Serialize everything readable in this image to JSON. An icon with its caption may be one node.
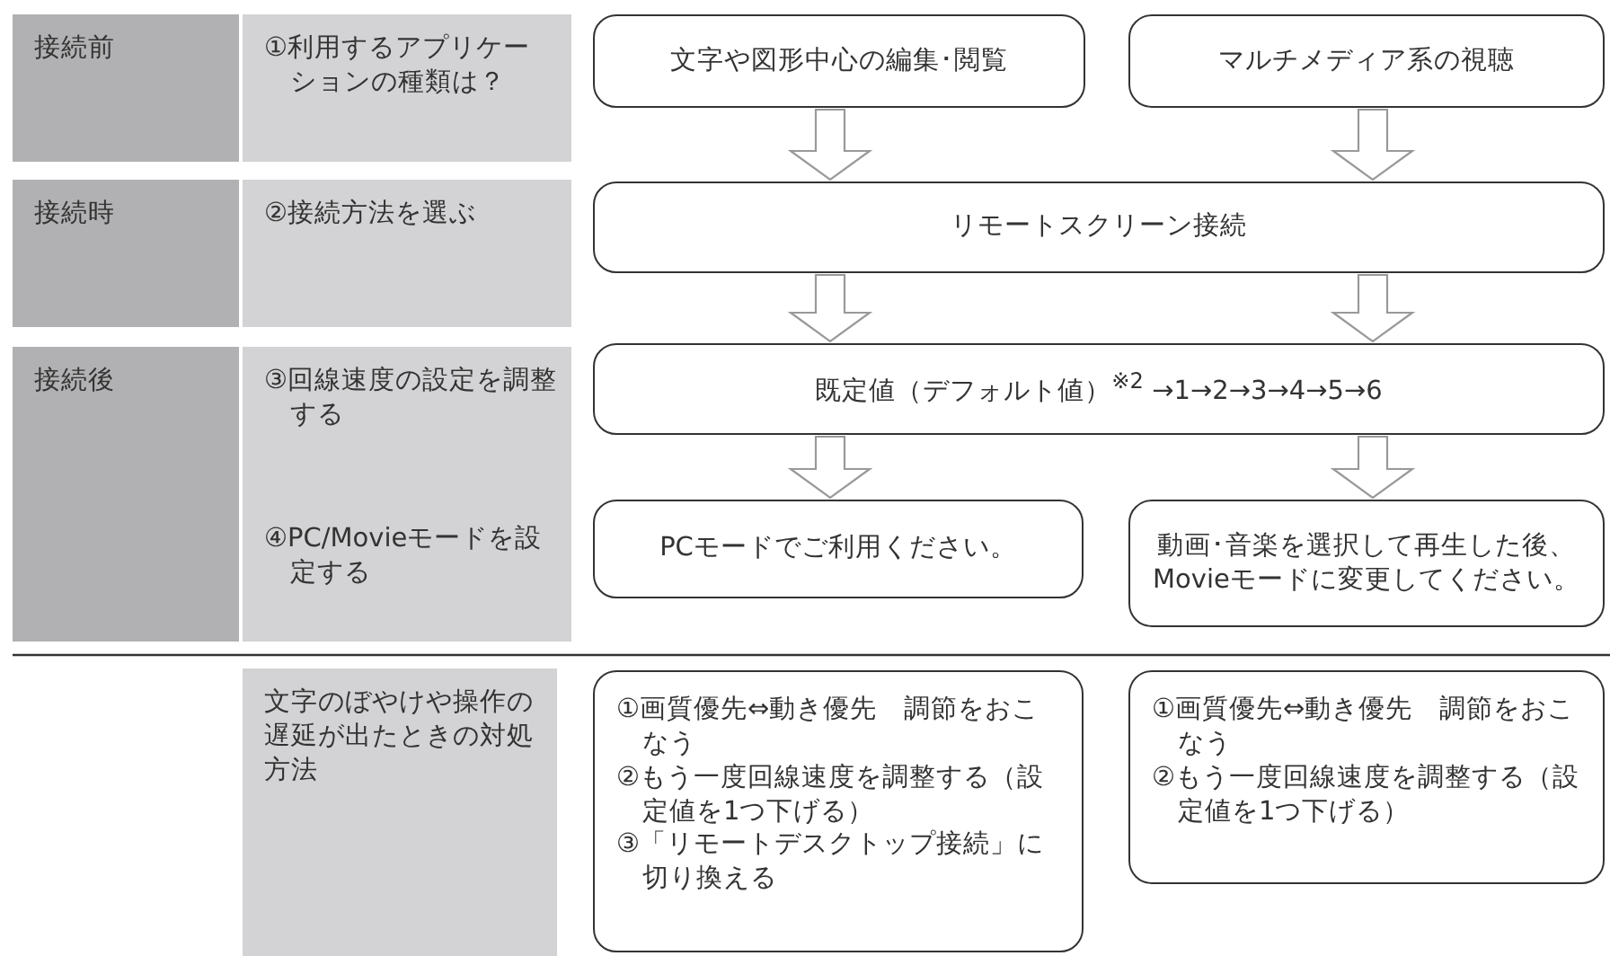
{
  "diagram": {
    "nodes": [
      {
        "text": [
          "接続前"
        ]
      },
      {
        "text": [
          "①利用するアプリケーションの種類は？"
        ]
      },
      {
        "text": [
          "文字や図形中心の編集･閲覧"
        ]
      },
      {
        "text": [
          "マルチメディア系の視聴"
        ]
      },
      {
        "text": [
          "接続時"
        ]
      },
      {
        "text": [
          "②接続方法を選ぶ"
        ]
      },
      {
        "text": [
          "リモートスクリーン接続"
        ]
      },
      {
        "text": [
          "接続後"
        ]
      },
      {
        "text": [
          "③回線速度の設定を調整する",
          "④PC/Movieモードを設定する"
        ]
      },
      {
        "text": [
          "既定値（デフォルト値）$^{※2}$ →1→2→3→4→5→6"
        ]
      },
      {
        "text": [
          "PCモードでご利用ください。"
        ]
      },
      {
        "text": [
          "動画･音楽を選択して再生した後、Movieモードに変更してください。"
        ]
      },
      {
        "text": [
          "文字のぼやけや操作の遅延が出たときの対処方法"
        ]
      },
      {
        "text": [
          "①画質優先⇔動き優先　調節をおこなう",
          "②もう一度回線速度を調整する（設定値を1つ下げる）",
          "③「リモートデスクトップ接続」に切り換える"
        ]
      },
      {
        "text": [
          "①画質優先⇔動き優先　調節をおこなう",
          "②もう一度回線速度を調整する（設定値を1つ下げる）"
        ]
      }
    ],
    "edges": [
      {
        "from": 2,
        "to": 6,
        "arrow": "to"
      },
      {
        "from": 3,
        "to": 6,
        "arrow": "to"
      },
      {
        "from": 6,
        "to": 9,
        "arrow": "to"
      },
      {
        "from": 6,
        "to": 9,
        "arrow": "to"
      },
      {
        "from": 9,
        "to": 10,
        "arrow": "to"
      },
      {
        "from": 9,
        "to": 11,
        "arrow": "to"
      }
    ]
  }
}
